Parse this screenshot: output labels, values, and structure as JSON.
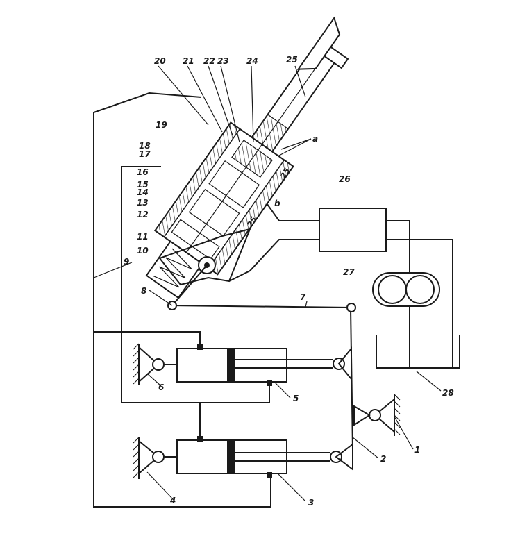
{
  "diagram": {
    "labels": {
      "n1": "1",
      "n2": "2",
      "n3": "3",
      "n4": "4",
      "n5": "5",
      "n6": "6",
      "n7": "7",
      "n8": "8",
      "n9": "9",
      "n10": "10",
      "n11": "11",
      "n12": "12",
      "n13": "13",
      "n14": "14",
      "n15": "15",
      "n16": "16",
      "n17": "17",
      "n18": "18",
      "n19": "19",
      "n20": "20",
      "n21": "21",
      "n22": "22",
      "n23": "23",
      "n24": "24",
      "n25": "25",
      "n26": "26",
      "n27": "27",
      "n28": "28",
      "a": "a",
      "b": "b",
      "dim1": "25",
      "dim2": "25"
    }
  }
}
